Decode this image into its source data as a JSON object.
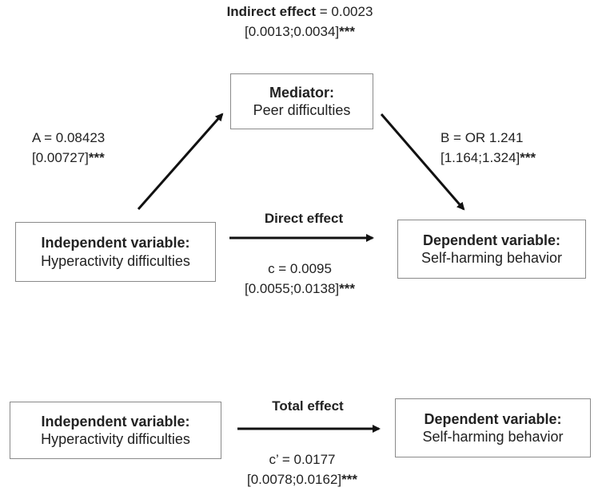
{
  "indirect": {
    "label": "Indirect effect",
    "value": " = 0.0023",
    "ci": "[0.0013;0.0034]",
    "sig": "***"
  },
  "mediator": {
    "title": "Mediator:",
    "name": "Peer difficulties"
  },
  "path_a": {
    "value": "A = 0.08423",
    "ci": "[0.00727]",
    "sig": "***"
  },
  "path_b": {
    "value": "B = OR 1.241",
    "ci": "[1.164;1.324]",
    "sig": "***"
  },
  "direct": {
    "label": "Direct effect",
    "value": "c = 0.0095",
    "ci": "[0.0055;0.0138]",
    "sig": "***"
  },
  "model1": {
    "iv_title": "Independent variable:",
    "iv_name": "Hyperactivity difficulties",
    "dv_title": "Dependent variable:",
    "dv_name": "Self-harming behavior"
  },
  "total": {
    "label": "Total effect",
    "value": "c’ = 0.0177",
    "ci": "[0.0078;0.0162]",
    "sig": "***"
  },
  "model2": {
    "iv_title": "Independent variable:",
    "iv_name": "Hyperactivity difficulties",
    "dv_title": "Dependent variable:",
    "dv_name": "Self-harming behavior"
  }
}
